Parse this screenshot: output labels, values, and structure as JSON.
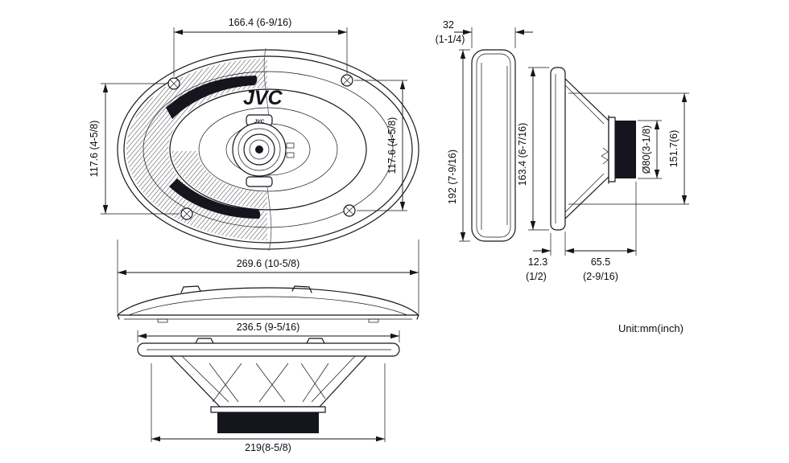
{
  "unit_note": "Unit:mm(inch)",
  "brand": {
    "logo": "JVC",
    "tweeter_logo": "JVC"
  },
  "front_view": {
    "dim_top": "166.4 (6-9/16)",
    "dim_left": "117.6 (4-5/8)",
    "dim_right": "117.6 (4-5/8)",
    "dim_width": "269.6 (10-5/8)"
  },
  "side_view": {
    "dim_depth_gasket": "32",
    "dim_depth_gasket_inch": "(1-1/4)",
    "dim_height_total": "192 (7-9/16)",
    "dim_height_cutout": "163.4 (6-7/16)",
    "dim_magnet": "Ø80(3-1/8)",
    "dim_height_frame": "151.7(6)",
    "dim_protrusion": "12.3",
    "dim_protrusion_inch": "(1/2)",
    "dim_depth_mount": "65.5",
    "dim_depth_mount_inch": "(2-9/16)"
  },
  "profile_view": {
    "dim_frame_width": "236.5 (9-5/16)",
    "dim_grille_width": "219(8-5/8)"
  },
  "colors": {
    "line": "#15151e",
    "magnet": "#15151e",
    "background": "#ffffff"
  }
}
